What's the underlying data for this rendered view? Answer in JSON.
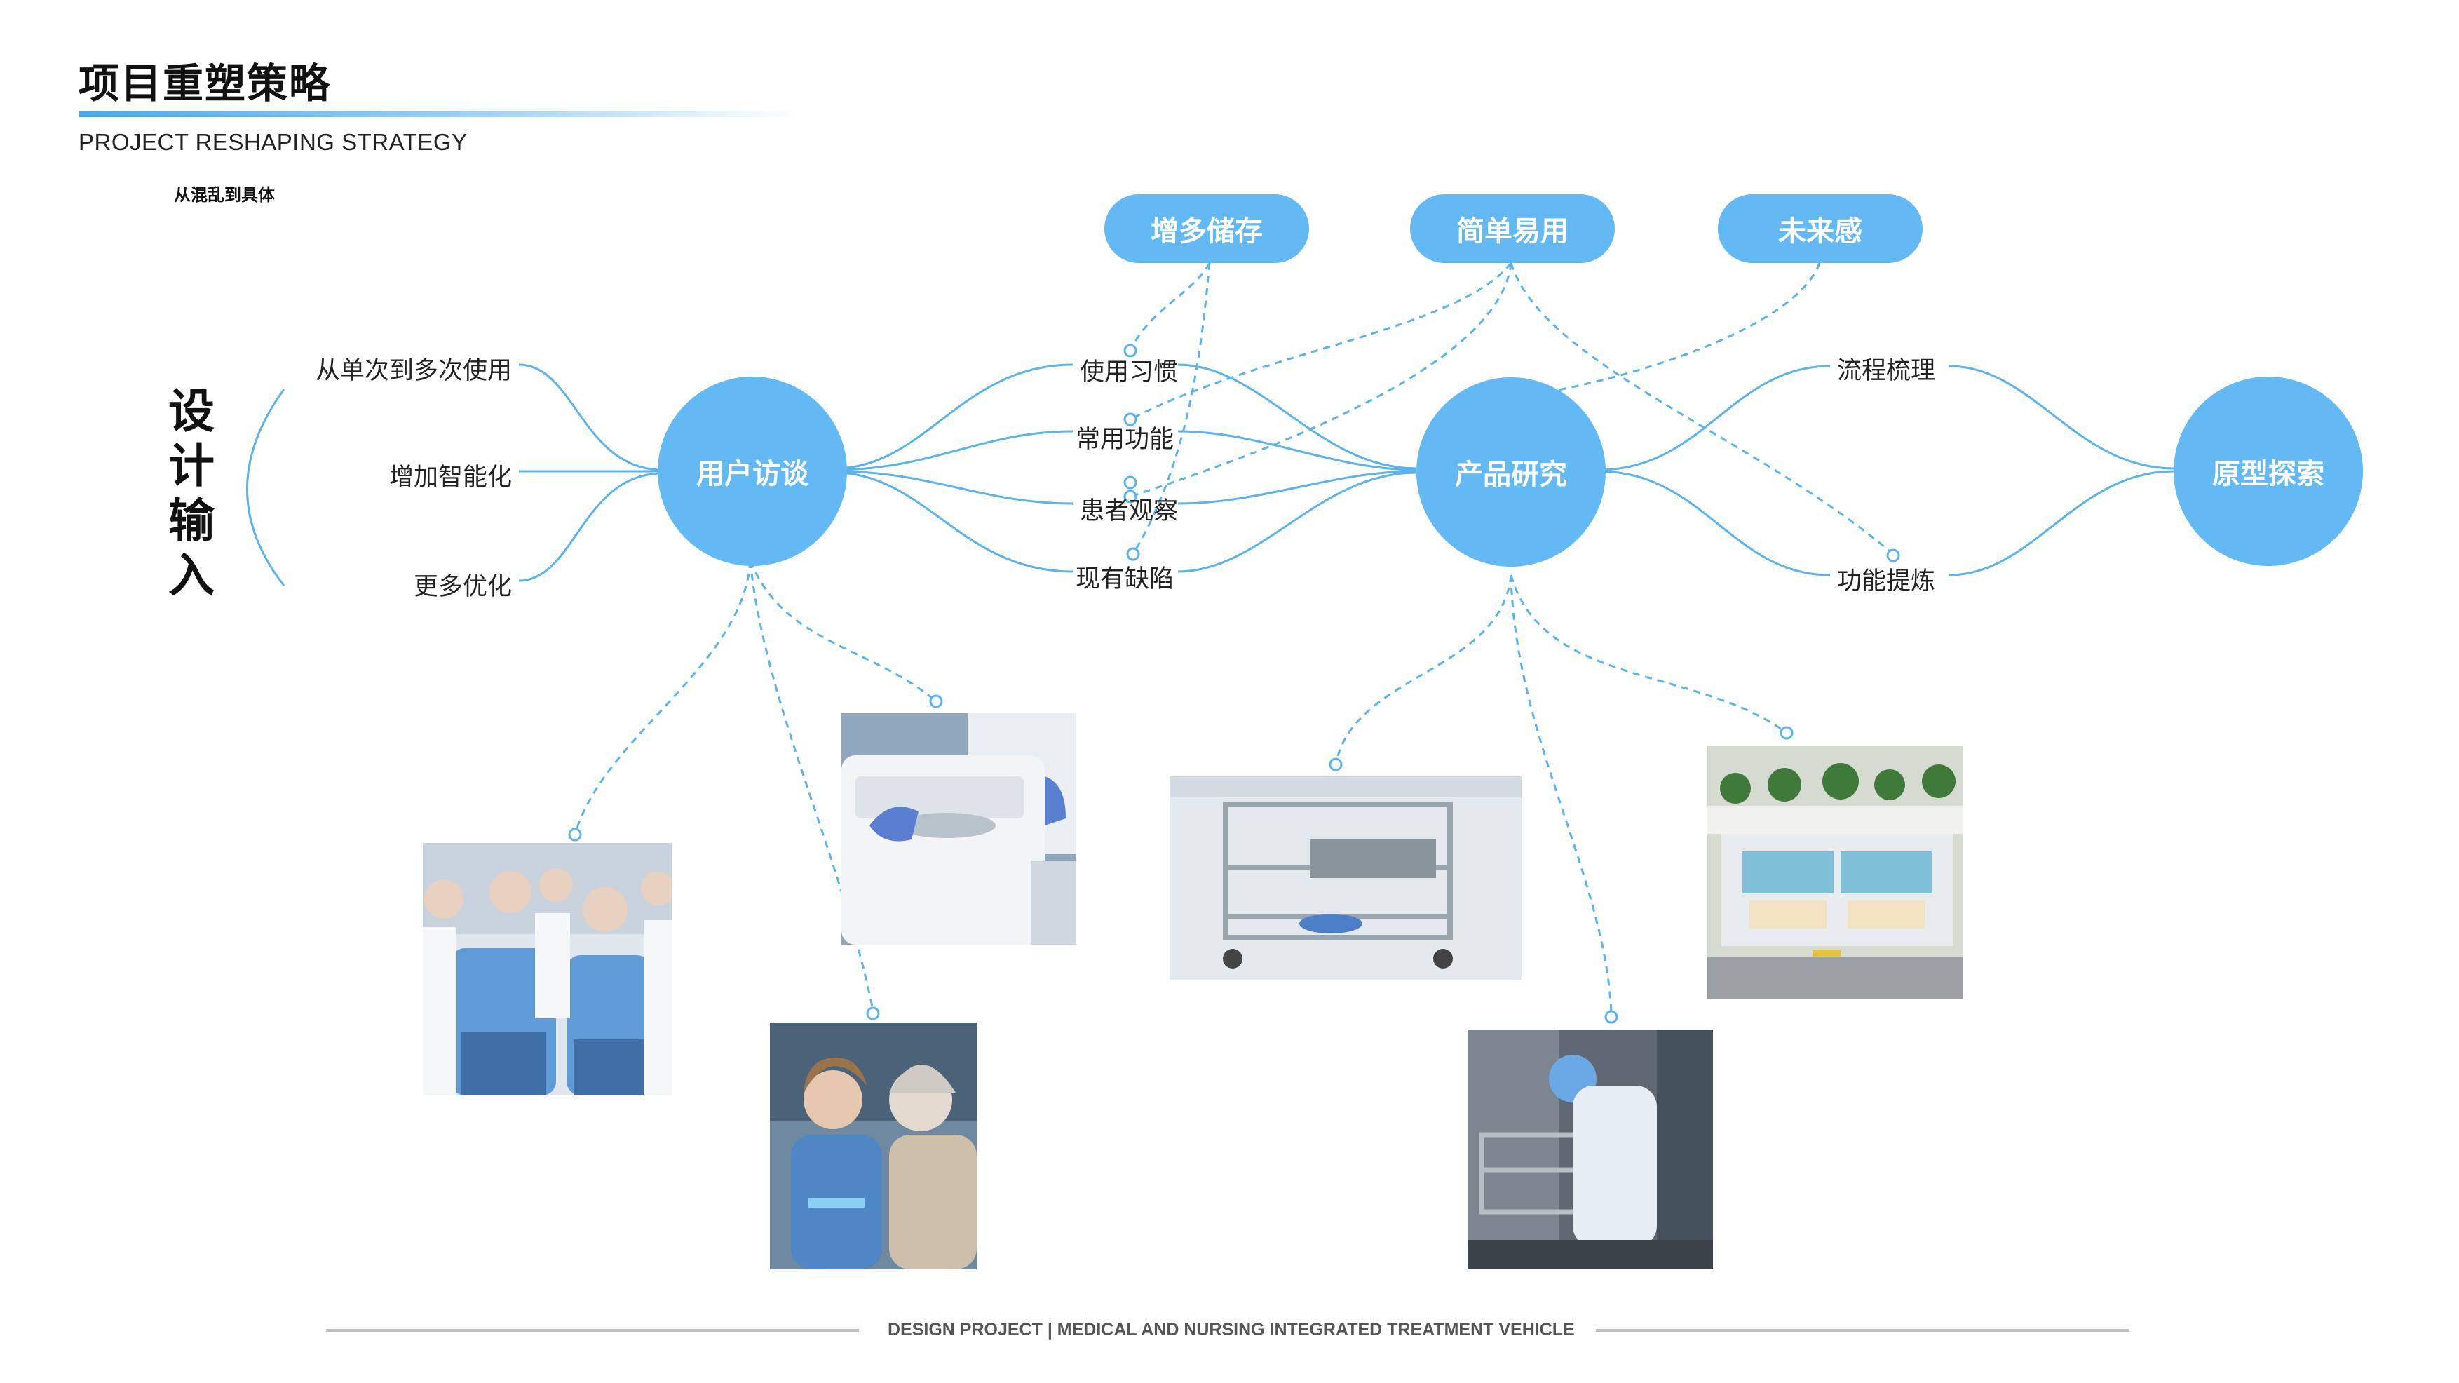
{
  "header": {
    "title_cn": "项目重塑策略",
    "title_en": "PROJECT RESHAPING STRATEGY",
    "subtitle": "从混乱到具体"
  },
  "side_title": [
    "设",
    "计",
    "输",
    "入"
  ],
  "inputs": [
    "从单次到多次使用",
    "增加智能化",
    "更多优化"
  ],
  "nodes": {
    "interview": "用户访谈",
    "research": "产品研究",
    "prototype": "原型探索"
  },
  "mid_items": [
    "使用习惯",
    "常用功能",
    "患者观察",
    "现有缺陷"
  ],
  "right_items": [
    "流程梳理",
    "功能提炼"
  ],
  "goals": [
    "增多储存",
    "简单易用",
    "未来感"
  ],
  "photos": {
    "team": "medical-team-photo",
    "lab": "lab-gloves-photo",
    "nurse": "nurse-patient-photo",
    "cart": "steel-cart-photo",
    "station": "nurse-station-photo",
    "worker": "worker-cart-photo"
  },
  "colors": {
    "accent": "#63b9f3",
    "line": "#5bb3ee"
  },
  "footer": "DESIGN PROJECT | MEDICAL AND NURSING INTEGRATED TREATMENT VEHICLE"
}
